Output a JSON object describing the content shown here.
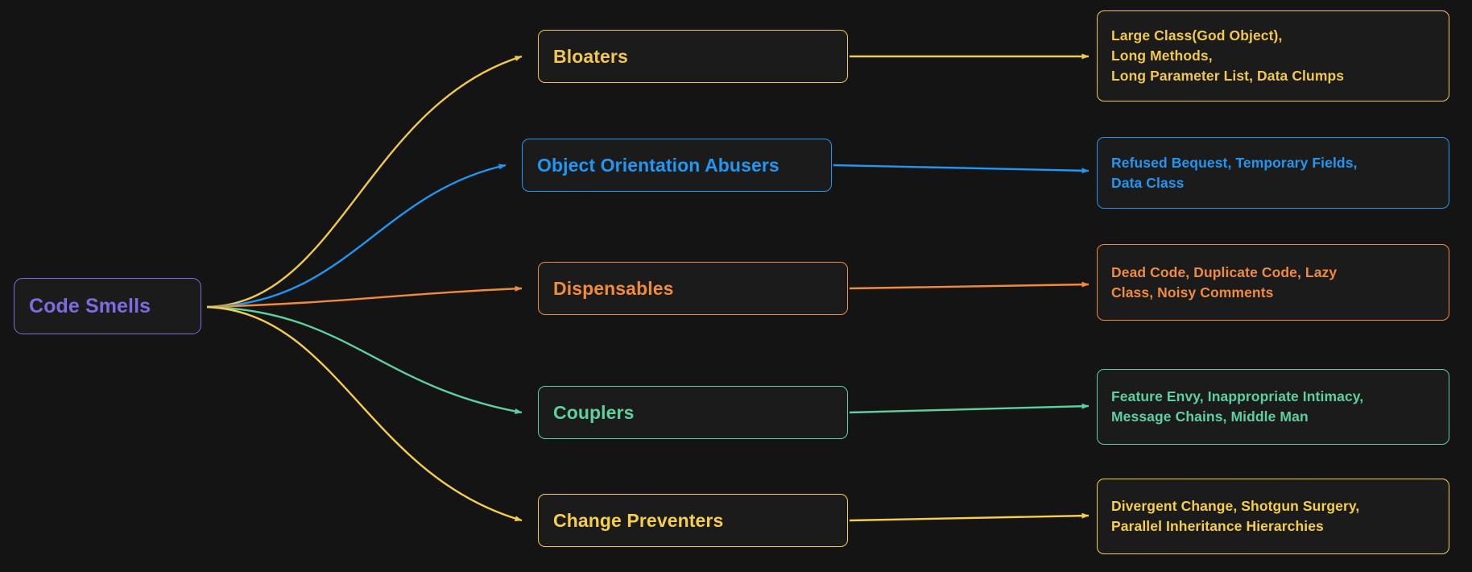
{
  "diagram": {
    "title": "Code Smells",
    "type": "mindmap",
    "background_color": "#141414",
    "node_fill_color": "#1b1b1b"
  },
  "root": {
    "label": "Code Smells",
    "color": "#7c6ce0"
  },
  "branches": [
    {
      "label": "Bloaters",
      "color": "#f0c850",
      "leaf": "Large Class(God Object),\nLong Methods,\nLong Parameter List, Data Clumps"
    },
    {
      "label": "Object Orientation Abusers",
      "color": "#2196f3",
      "leaf": "Refused Bequest, Temporary Fields,\nData Class"
    },
    {
      "label": "Dispensables",
      "color": "#f08a3c",
      "leaf": "Dead Code, Duplicate Code, Lazy\nClass, Noisy Comments"
    },
    {
      "label": "Couplers",
      "color": "#5ecfa0",
      "leaf": "Feature Envy, Inappropriate Intimacy,\nMessage Chains, Middle Man"
    },
    {
      "label": "Change Preventers",
      "color": "#f5cf4a",
      "leaf": "Divergent Change, Shotgun Surgery,\nParallel Inheritance Hierarchies"
    }
  ]
}
